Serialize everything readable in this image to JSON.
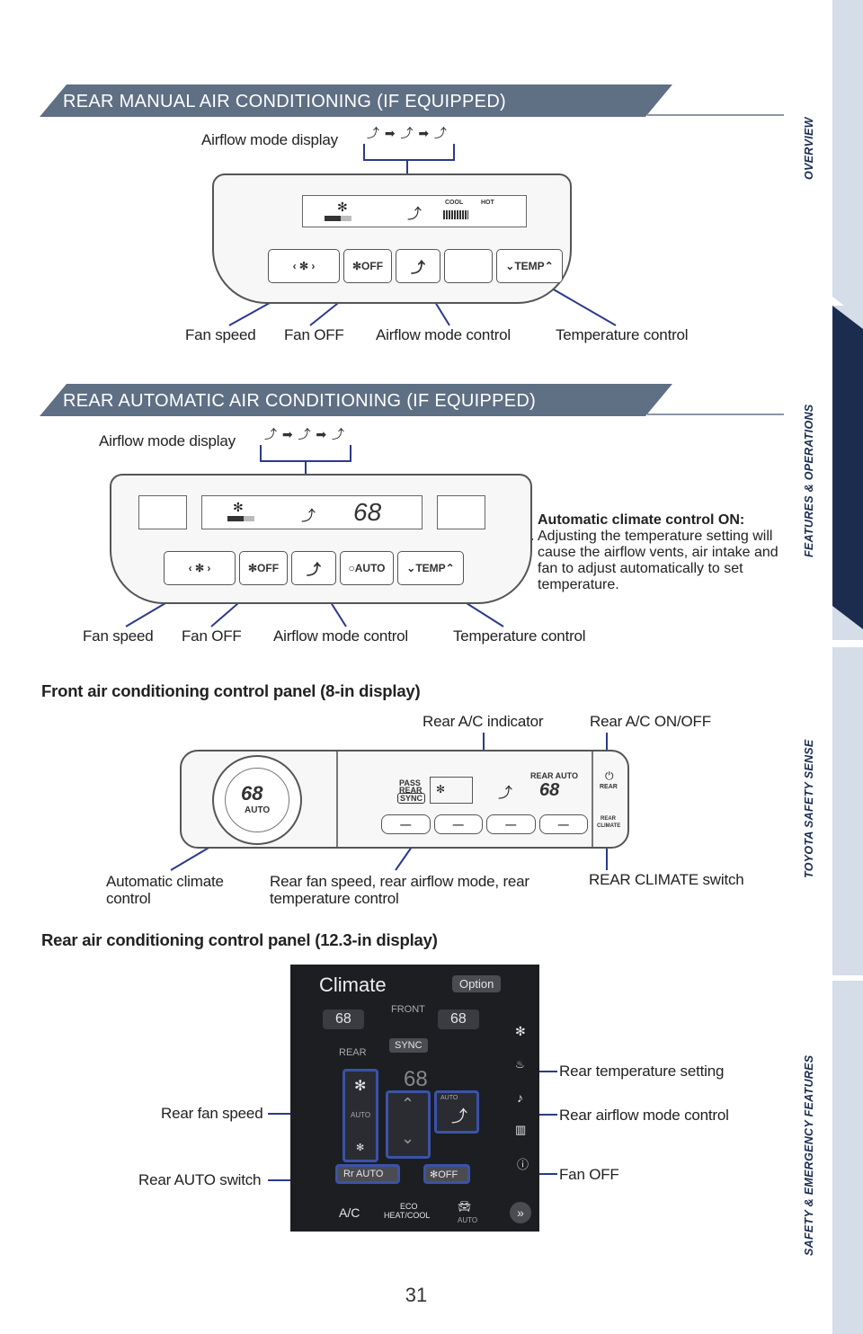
{
  "sidebar": {
    "tabs": [
      {
        "label": "OVERVIEW",
        "active": false
      },
      {
        "label": "FEATURES & OPERATIONS",
        "active": true
      },
      {
        "label": "TOYOTA SAFETY SENSE",
        "active": false
      },
      {
        "label": "SAFETY & EMERGENCY FEATURES",
        "active": false
      }
    ]
  },
  "section_manual": {
    "title": "REAR MANUAL AIR CONDITIONING (IF EQUIPPED)",
    "airflow_display": "Airflow mode display",
    "fan_speed": "Fan speed",
    "fan_off": "Fan OFF",
    "airflow_control": "Airflow mode control",
    "temperature_control": "Temperature control",
    "panel": {
      "cool": "COOL",
      "hot": "HOT",
      "off_btn": "OFF",
      "temp_btn": "TEMP"
    }
  },
  "section_auto": {
    "title": "REAR AUTOMATIC AIR CONDITIONING (IF EQUIPPED)",
    "airflow_display": "Airflow mode display",
    "auto_title": "Automatic climate control ON:",
    "auto_desc": "Adjusting the temperature setting will cause the airflow vents, air intake and fan to adjust automatically to set temperature.",
    "fan_speed": "Fan speed",
    "fan_off": "Fan OFF",
    "airflow_control": "Airflow mode control",
    "temperature_control": "Temperature control",
    "panel": {
      "temp_value": "68",
      "off_btn": "OFF",
      "auto_btn": "AUTO",
      "temp_btn": "TEMP"
    }
  },
  "front_panel": {
    "heading": "Front air conditioning control panel (8-in display)",
    "rear_ac_indicator": "Rear A/C indicator",
    "rear_ac_onoff": "Rear A/C ON/OFF",
    "auto_climate": "Automatic climate control",
    "rear_controls": "Rear fan speed, rear airflow mode, rear temperature control",
    "rear_climate_switch": "REAR CLIMATE switch",
    "panel": {
      "dial_temp": "68",
      "dial_auto": "AUTO",
      "pass": "PASS",
      "rear": "REAR",
      "sync": "SYNC",
      "rear_auto": "REAR AUTO",
      "temp": "68",
      "rear_btn": "REAR",
      "rear_climate_btn_1": "REAR",
      "rear_climate_btn_2": "CLIMATE"
    }
  },
  "rear_panel": {
    "heading": "Rear air conditioning control panel (12.3-in display)",
    "rear_fan_speed": "Rear fan speed",
    "rear_auto_switch": "Rear AUTO switch",
    "rear_temp_setting": "Rear temperature setting",
    "rear_airflow_control": "Rear airflow mode control",
    "fan_off": "Fan OFF",
    "screen": {
      "title": "Climate",
      "option": "Option",
      "front": "FRONT",
      "front_left": "68",
      "front_right": "68",
      "rear": "REAR",
      "sync": "SYNC",
      "rear_temp": "68",
      "auto_small": "AUTO",
      "auto_badge": "AUTO",
      "rr_auto": "Rr AUTO",
      "off": "OFF",
      "ac": "A/C",
      "eco_1": "ECO",
      "eco_2": "HEAT/COOL",
      "car_auto": "AUTO"
    }
  },
  "page_number": "31"
}
